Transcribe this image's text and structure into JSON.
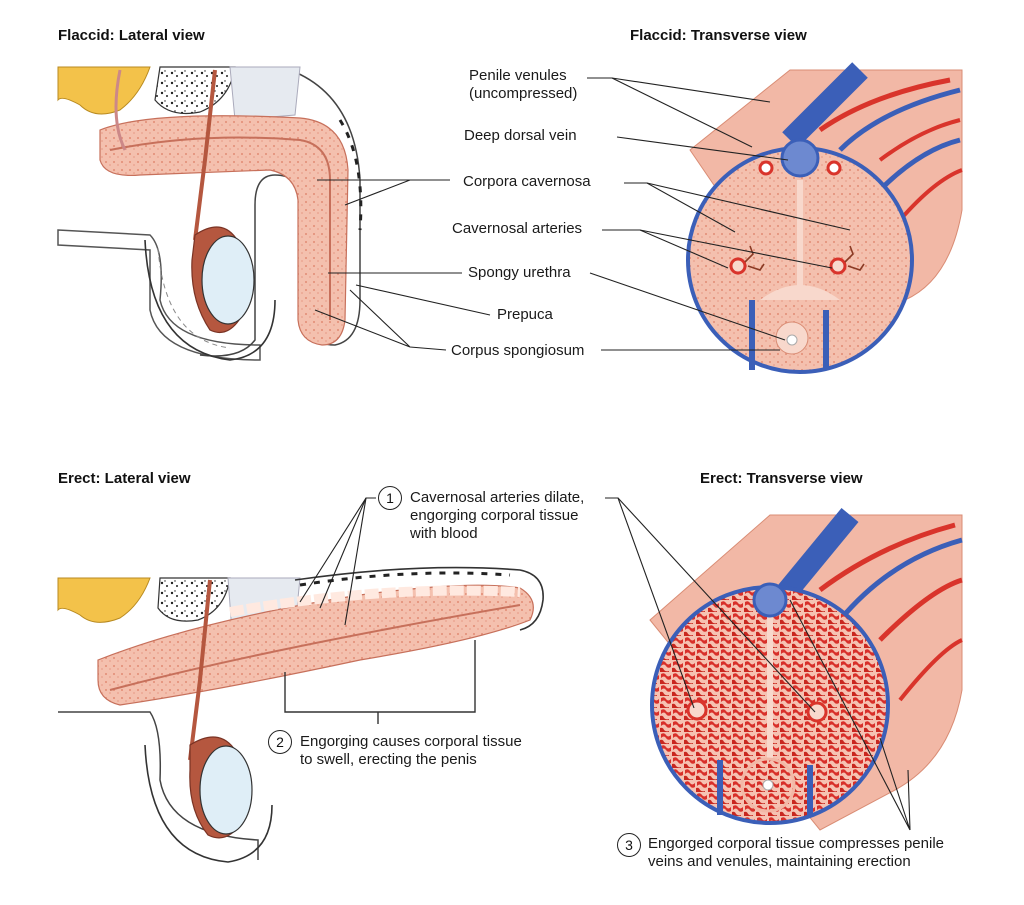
{
  "panels": {
    "flaccid_lateral": "Flaccid: Lateral view",
    "flaccid_transverse": "Flaccid: Transverse view",
    "erect_lateral": "Erect: Lateral view",
    "erect_transverse": "Erect: Transverse view"
  },
  "labels": {
    "penile_venules_line1": "Penile venules",
    "penile_venules_line2": "(uncompressed)",
    "deep_dorsal_vein": "Deep dorsal vein",
    "corpora_cavernosa": "Corpora cavernosa",
    "cavernosal_arteries": "Cavernosal arteries",
    "spongy_urethra": "Spongy urethra",
    "prepuca": "Prepuca",
    "corpus_spongiosum": "Corpus spongiosum"
  },
  "steps": [
    {
      "number": "1",
      "line1": "Cavernosal arteries dilate,",
      "line2": "engorging corporal tissue",
      "line3": "with blood"
    },
    {
      "number": "2",
      "line1": "Engorging causes corporal tissue",
      "line2": "to swell, erecting the penis"
    },
    {
      "number": "3",
      "line1": "Engorged corporal tissue compresses penile",
      "line2": "veins and venules, maintaining erection"
    }
  ],
  "colors": {
    "tissue": "#f2b8a6",
    "tissue_dark": "#e7947d",
    "vein": "#3b5fb8",
    "artery": "#d9342b",
    "engorged": "#e0362c",
    "testis": "#dfeef7",
    "epididymis": "#b5573f",
    "fat": "#f3c24a"
  }
}
